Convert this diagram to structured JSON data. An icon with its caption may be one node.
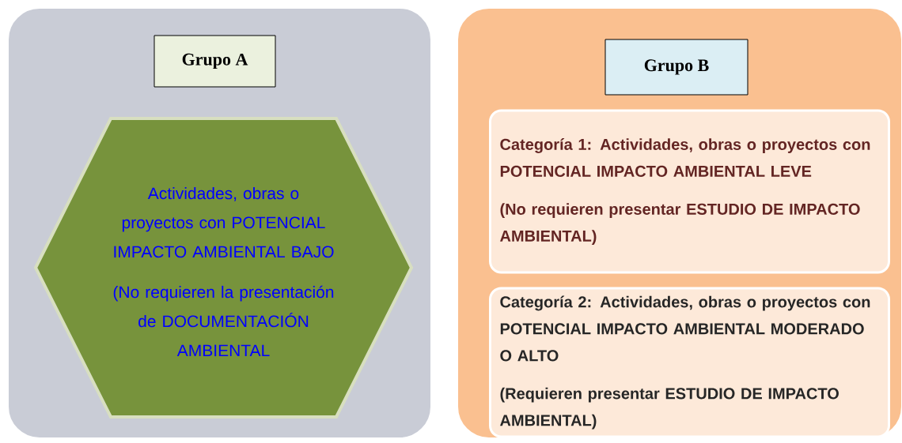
{
  "diagram": {
    "nodes": [
      {
        "text": [],
        "shape": "box"
      },
      {
        "text": [
          "Grupo A"
        ],
        "in": 0
      },
      {
        "text": [
          "Actividades, obras o proyectos con POTENCIAL IMPACTO AMBIENTAL BAJO",
          "(No requieren la presentación de DOCUMENTACIÓN AMBIENTAL"
        ],
        "in": 0
      },
      {
        "text": [],
        "shape": "box"
      },
      {
        "text": [
          "Grupo B"
        ],
        "in": 3
      },
      {
        "text": [
          "Categoría 1: Actividades, obras o proyectos con POTENCIAL IMPACTO AMBIENTAL LEVE",
          "(No requieren presentar ESTUDIO DE IMPACTO AMBIENTAL)"
        ],
        "in": 3
      },
      {
        "text": [
          "Categoría  2: Actividades, obras o proyectos con POTENCIAL IMPACTO AMBIENTAL MODERADO O ALTO",
          "(Requieren presentar ESTUDIO DE IMPACTO AMBIENTAL)"
        ],
        "in": 3
      }
    ]
  }
}
